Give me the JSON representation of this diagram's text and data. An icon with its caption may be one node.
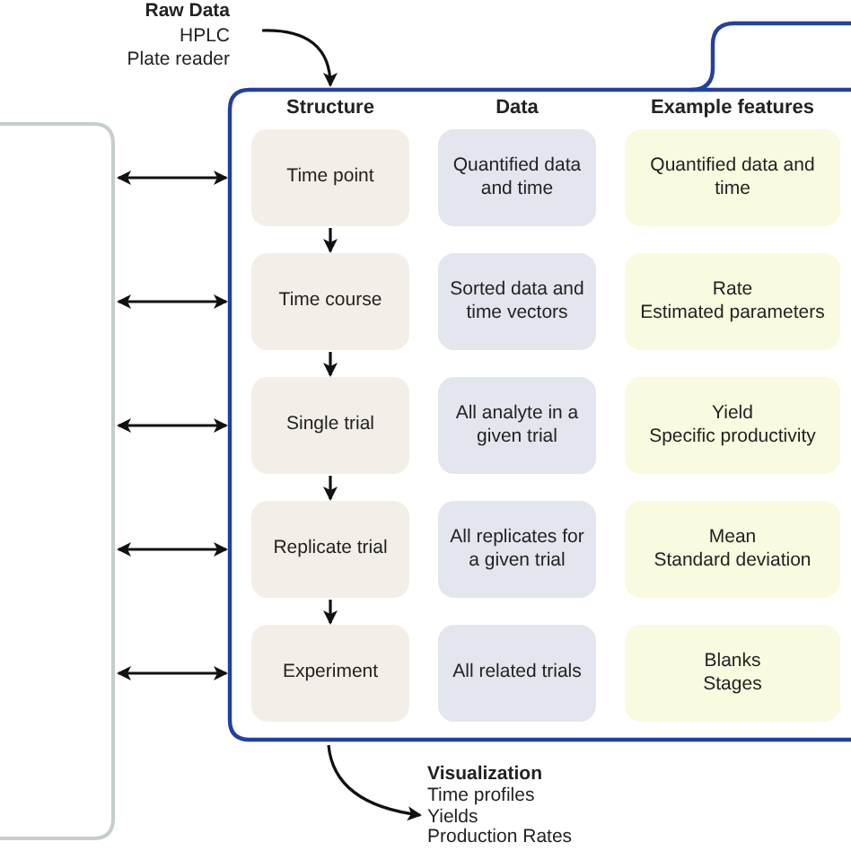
{
  "diagram": {
    "nodes": [
      {
        "text": [],
        "shape": "box"
      },
      {
        "text": [],
        "shape": "box"
      },
      {
        "text": [
          "Time point"
        ],
        "in": 1
      },
      {
        "text": [
          "Time course"
        ],
        "in": 1
      },
      {
        "text": [
          "Single trial"
        ],
        "in": 1
      },
      {
        "text": [
          "Replicate trial"
        ],
        "in": 1
      },
      {
        "text": [
          "Experiment"
        ],
        "in": 1
      },
      {
        "text": [
          "Quantified data and time"
        ],
        "in": 1
      },
      {
        "text": [
          "Sorted data and time vectors"
        ],
        "in": 1
      },
      {
        "text": [
          "All analyte in a given trial"
        ],
        "in": 1
      },
      {
        "text": [
          "All replicates for a given trial"
        ],
        "in": 1
      },
      {
        "text": [
          "All related trials"
        ],
        "in": 1
      },
      {
        "text": [
          "Quantified data and time"
        ],
        "in": 1
      },
      {
        "text": [
          "Rate",
          "Estimated parameters"
        ],
        "in": 1
      },
      {
        "text": [
          "Yield",
          "Specific productivity"
        ],
        "in": 1
      },
      {
        "text": [
          "Mean",
          "Standard deviation"
        ],
        "in": 1
      },
      {
        "text": [
          "Blanks",
          "Stages"
        ],
        "in": 1
      },
      {
        "text": [
          "Raw Data",
          "HPLC",
          "Plate reader"
        ]
      },
      {
        "text": [
          "Visualization",
          "Time profiles",
          "Yields",
          "Production Rates"
        ]
      }
    ],
    "edges": [
      {
        "from": 17,
        "to": 1,
        "arrow": "to"
      },
      {
        "from": 2,
        "to": 3,
        "arrow": "to"
      },
      {
        "from": 3,
        "to": 4,
        "arrow": "to"
      },
      {
        "from": 4,
        "to": 5,
        "arrow": "to"
      },
      {
        "from": 5,
        "to": 6,
        "arrow": "to"
      },
      {
        "from": 0,
        "to": 1,
        "arrow": "both"
      },
      {
        "from": 0,
        "to": 1,
        "arrow": "both"
      },
      {
        "from": 0,
        "to": 1,
        "arrow": "both"
      },
      {
        "from": 0,
        "to": 1,
        "arrow": "both"
      },
      {
        "from": 0,
        "to": 1,
        "arrow": "both"
      },
      {
        "from": 1,
        "to": 18,
        "arrow": "to"
      }
    ],
    "labels": [
      "Structure",
      "Data",
      "Example features"
    ]
  }
}
